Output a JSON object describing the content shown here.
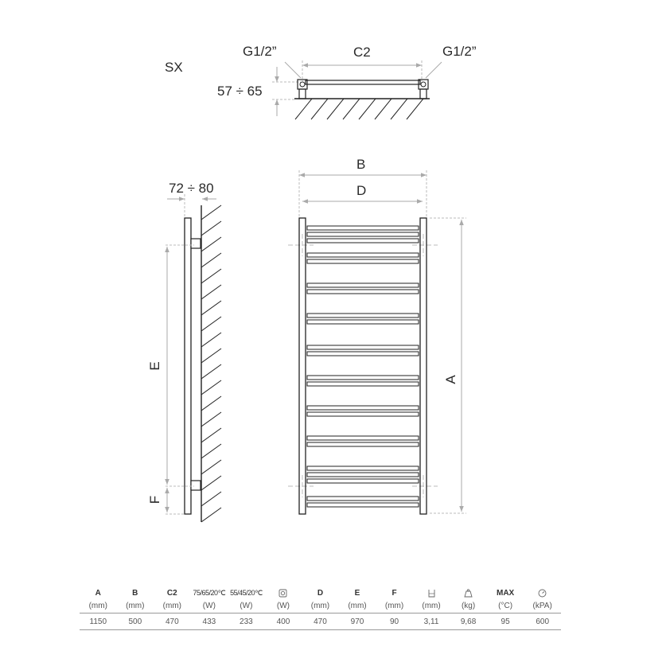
{
  "top_view": {
    "side_label": "SX",
    "left_connection": "G1/2”",
    "right_connection": "G1/2”",
    "center_distance": "C2",
    "wall_offset": "57 ÷ 65"
  },
  "side_view": {
    "depth_label": "72 ÷ 80",
    "e_label": "E",
    "f_label": "F"
  },
  "front_view": {
    "b_label": "B",
    "d_label": "D",
    "a_label": "A"
  },
  "table": {
    "headers": [
      "A",
      "B",
      "C2",
      "75/65/20℃",
      "55/45/20℃",
      "",
      "D",
      "E",
      "F",
      "",
      "",
      "MAX",
      ""
    ],
    "header_icons": [
      "",
      "",
      "",
      "",
      "",
      "power-icon",
      "",
      "",
      "",
      "capacity-icon",
      "weight-icon",
      "",
      "pressure-icon"
    ],
    "units": [
      "(mm)",
      "(mm)",
      "(mm)",
      "(W)",
      "(W)",
      "(W)",
      "(mm)",
      "(mm)",
      "(mm)",
      "(mm)",
      "(kg)",
      "(°C)",
      "(kPA)"
    ],
    "values": [
      "1150",
      "500",
      "470",
      "433",
      "233",
      "400",
      "470",
      "970",
      "90",
      "3,11",
      "9,68",
      "95",
      "600"
    ]
  },
  "colors": {
    "line": "#222222",
    "dim": "#b8b8b8",
    "text": "#2a2a2a"
  }
}
